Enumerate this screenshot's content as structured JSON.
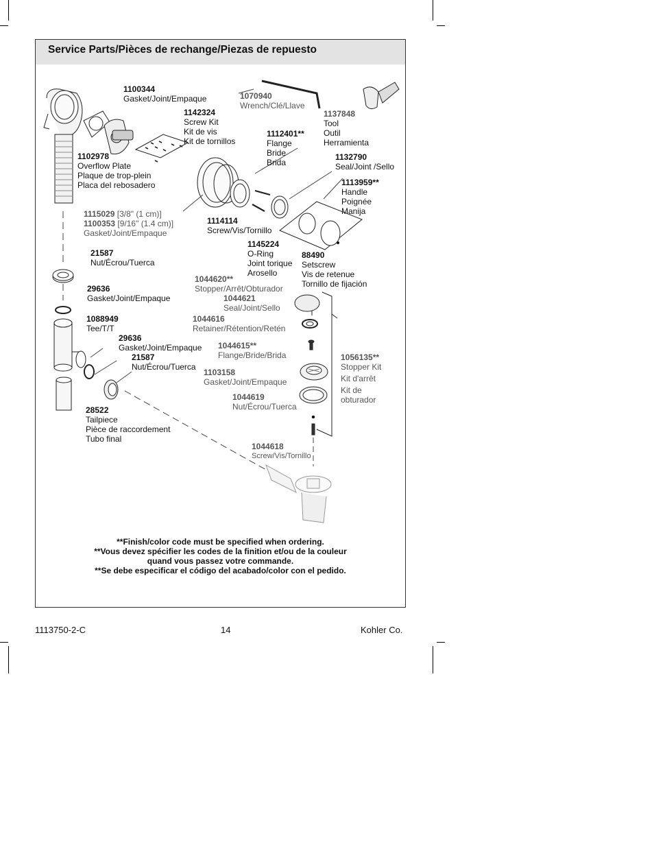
{
  "header": {
    "title": "Service Parts/Pièces de rechange/Piezas de repuesto"
  },
  "parts": {
    "p1100344": {
      "number": "1100344",
      "lines": [
        "Gasket/Joint/Empaque"
      ]
    },
    "p1070940": {
      "number": "1070940",
      "lines": [
        "Wrench/Clé/Llave"
      ]
    },
    "p1142324": {
      "number": "1142324",
      "lines": [
        "Screw Kit",
        "Kit de vis",
        "Kit de tornillos"
      ]
    },
    "p1137848": {
      "number": "1137848",
      "lines": [
        "Tool",
        "Outil",
        "Herramienta"
      ]
    },
    "p1112401": {
      "number": "1112401**",
      "lines": [
        "Flange",
        "Bride",
        "Brida"
      ]
    },
    "p1102978": {
      "number": "1102978",
      "lines": [
        "Overflow Plate",
        "Plaque de trop-plein",
        "Placa del rebosadero"
      ]
    },
    "p1132790": {
      "number": "1132790",
      "lines": [
        "Seal/Joint /Sello"
      ]
    },
    "p1113959": {
      "number": "1113959**",
      "lines": [
        "Handle",
        "Poignée",
        "Manija"
      ]
    },
    "p1115029": {
      "number_a": "1115029",
      "size_a": "[3/8\" (1 cm)]",
      "number_b": "1100353",
      "size_b": "[9/16\" (1.4 cm)]",
      "lines": [
        "Gasket/Joint/Empaque"
      ]
    },
    "p1114114": {
      "number": "1114114",
      "lines": [
        "Screw/Vis/Tornillo"
      ]
    },
    "p1145224": {
      "number": "1145224",
      "lines": [
        "O-Ring",
        "Joint torique",
        "Arosello"
      ]
    },
    "p88490": {
      "number": "88490",
      "lines": [
        "Setscrew",
        "Vis de retenue",
        "Tornillo de fijación"
      ]
    },
    "p21587a": {
      "number": "21587",
      "lines": [
        "Nut/Écrou/Tuerca"
      ]
    },
    "p1044620": {
      "number": "1044620**",
      "lines": [
        "Stopper/Arrêt/Obturador"
      ]
    },
    "p1044621": {
      "number": "1044621",
      "lines": [
        "Seal/Joint/Sello"
      ]
    },
    "p29636a": {
      "number": "29636",
      "lines": [
        "Gasket/Joint/Empaque"
      ]
    },
    "p1088949": {
      "number": "1088949",
      "lines": [
        "Tee/T/T"
      ]
    },
    "p1044616": {
      "number": "1044616",
      "lines": [
        "Retainer/Rétention/Retén"
      ]
    },
    "p29636b": {
      "number": "29636",
      "lines": [
        "Gasket/Joint/Empaque"
      ]
    },
    "p21587b": {
      "number": "21587",
      "lines": [
        "Nut/Écrou/Tuerca"
      ]
    },
    "p1044615": {
      "number": "1044615**",
      "lines": [
        "Flange/Bride/Brida"
      ]
    },
    "p1056135": {
      "number": "1056135**",
      "lines": [
        "Stopper Kit",
        "Kit d'arrêt",
        "Kit de",
        "obturador"
      ]
    },
    "p1103158": {
      "number": "1103158",
      "lines": [
        "Gasket/Joint/Empaque"
      ]
    },
    "p1044619": {
      "number": "1044619",
      "lines": [
        "Nut/Écrou/Tuerca"
      ]
    },
    "p28522": {
      "number": "28522",
      "lines": [
        "Tailpiece",
        "Pièce de raccordement",
        "Tubo final"
      ]
    },
    "p1044618": {
      "number": "1044618",
      "lines": [
        "Screw/Vis/Tornillo"
      ]
    }
  },
  "notes": [
    "**Finish/color code must be specified when ordering.",
    "**Vous devez spécifier les codes de la finition et/ou de la couleur",
    "quand vous passez votre commande.",
    "**Se debe especificar el código del acabado/color con el pedido."
  ],
  "footer": {
    "doc_number": "1113750-2-C",
    "page": "14",
    "company": "Kohler Co."
  }
}
